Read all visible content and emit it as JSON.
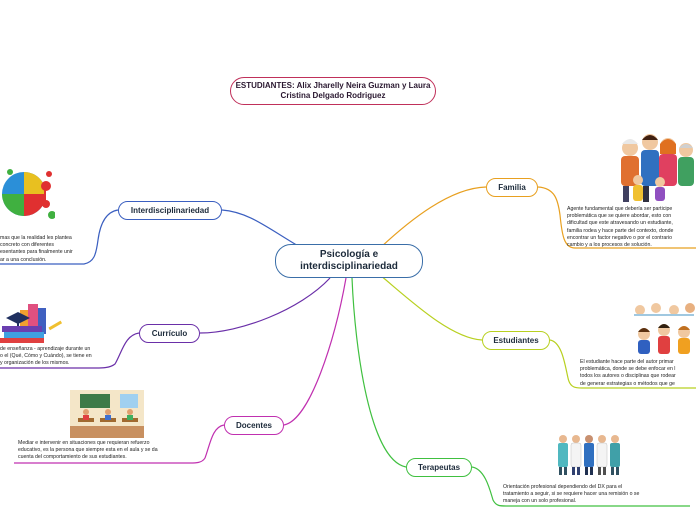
{
  "central": {
    "title": "Psicología e interdisciplinariedad"
  },
  "students_box": {
    "label": "ESTUDIANTES: Alix Jharelly Neira Guzman y Laura Cristina Delgado Rodriguez"
  },
  "branches": {
    "interdisciplinariedad": {
      "label": "Interdisciplinariedad",
      "description": "mas que la realidad les plantea\nconcreto con diferentes\nesentantes para finalmente unir\nar a una conclusión."
    },
    "curriculo": {
      "label": "Currículo",
      "description": "de enseñanza - aprendizaje durante un\no el (Qué, Cómo y Cuándo), se tiene en\ny organización de los mismos."
    },
    "docentes": {
      "label": "Docentes",
      "description": "Mediar e intervenir en situaciones que requieran refuerzo\neducativo, es la persona que siempre esta en el aula y se da\ncuenta del comportamiento de sus estudiantes."
    },
    "familia": {
      "label": "Familia",
      "description": "Agente fundamental que debería ser participe\nproblemática que se quiere abordar, esto con\ndificultad que este atravesando un estudiante,\nfamilia rodea y hace parte del contexto, donde\nencontrar un factor negativo o por el contrario\ncambio y a los procesos de solución."
    },
    "estudiantes": {
      "label": "Estudiantes",
      "description": "El estudiante hace parte del autor primar\nproblemática, donde se debe enfocar en l\ntodos los autores o disciplinas que rodear\nde generar estrategias o métodos que ge"
    },
    "terapeutas": {
      "label": "Terapeutas",
      "description": "Orientación profesional dependiendo del DX para el\ntratamiento a seguir, si se requiere hacer una remisión o se\nmaneja con un solo profesional."
    }
  },
  "colors": {
    "central_border": "#3a6ea8",
    "interdisciplinariedad": "#3b5fc0",
    "curriculo": "#6a2fa8",
    "docentes": "#c030b0",
    "familia": "#e8a020",
    "estudiantes": "#b8d020",
    "terapeutas": "#40c040",
    "students_box": "#c0305a"
  },
  "icons": {
    "interdisciplinariedad": "puzzle-icon",
    "curriculo": "books-icon",
    "docentes": "classroom-icon",
    "familia": "family-icon",
    "estudiantes": "children-icon",
    "terapeutas": "medical-team-icon"
  }
}
